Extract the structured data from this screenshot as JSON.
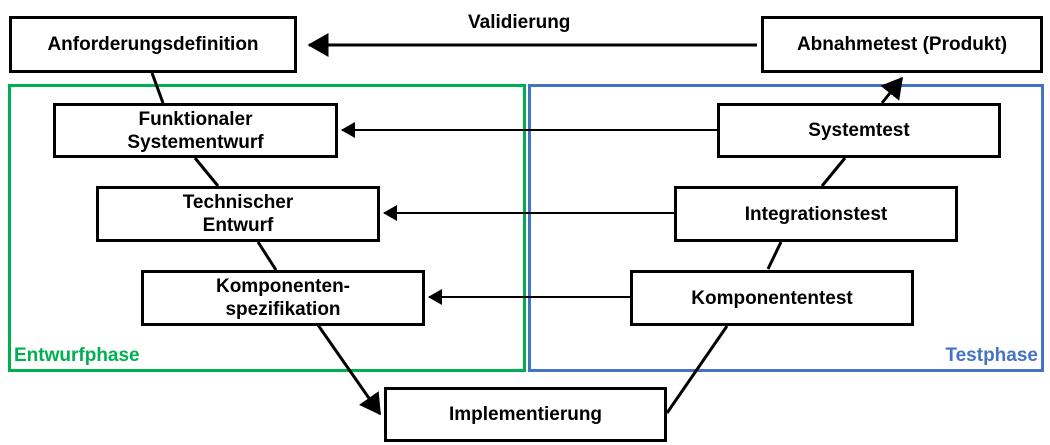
{
  "diagram": {
    "top_label": "Validierung",
    "phases": {
      "design": {
        "label": "Entwurfphase",
        "color": "#00b050"
      },
      "test": {
        "label": "Testphase",
        "color": "#4472c4"
      }
    },
    "boxes": {
      "requirements": "Anforderungsdefinition",
      "functional_design": "Funktionaler\nSystementwurf",
      "technical_design": "Technischer\nEntwurf",
      "component_spec": "Komponenten-\nspezifikation",
      "implementation": "Implementierung",
      "component_test": "Komponententest",
      "integration_test": "Integrationstest",
      "system_test": "Systemtest",
      "acceptance_test": "Abnahmetest (Produkt)"
    },
    "edges": [
      {
        "from": "requirements",
        "to": "acceptance_test",
        "kind": "arrow",
        "direction": "backward",
        "label": "Validierung"
      },
      {
        "from": "functional_design",
        "to": "system_test",
        "kind": "arrow",
        "direction": "backward"
      },
      {
        "from": "technical_design",
        "to": "integration_test",
        "kind": "arrow",
        "direction": "backward"
      },
      {
        "from": "component_spec",
        "to": "component_test",
        "kind": "arrow",
        "direction": "backward"
      },
      {
        "from": "requirements",
        "to": "functional_design",
        "kind": "line"
      },
      {
        "from": "functional_design",
        "to": "technical_design",
        "kind": "line"
      },
      {
        "from": "technical_design",
        "to": "component_spec",
        "kind": "line"
      },
      {
        "from": "component_spec",
        "to": "implementation",
        "kind": "arrow"
      },
      {
        "from": "implementation",
        "to": "component_test",
        "kind": "line"
      },
      {
        "from": "component_test",
        "to": "integration_test",
        "kind": "line"
      },
      {
        "from": "integration_test",
        "to": "system_test",
        "kind": "line"
      },
      {
        "from": "system_test",
        "to": "acceptance_test",
        "kind": "arrow"
      }
    ]
  }
}
